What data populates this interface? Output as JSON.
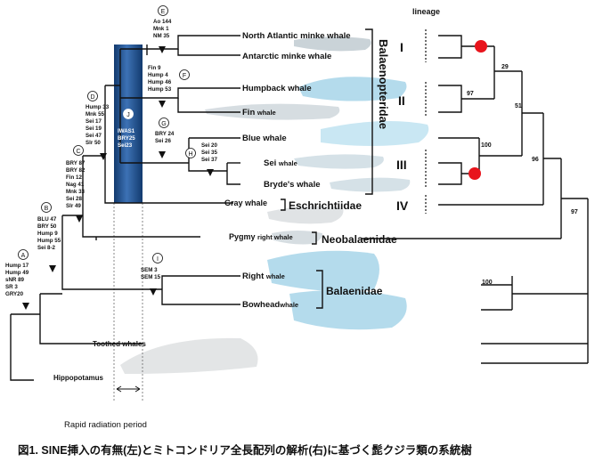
{
  "header": {
    "lineage": "lineage"
  },
  "caption": "図1. SINE挿入の有無(左)とミトコンドリア全長配列の解析(右)に基づく髭クジラ類の系統樹",
  "radiation_label": "Rapid radiation period",
  "species": {
    "na_minke": "North Atlantic minke whale",
    "ant_minke_a": "Antarctic minke",
    "ant_minke_b": "whale",
    "humpback": "Humpback whale",
    "fin_a": "Fin",
    "fin_b": "whale",
    "blue": "Blue whale",
    "sei_a": "Sei",
    "sei_b": "whale",
    "brydes": "Bryde's whale",
    "gray": "Gray whale",
    "pygmy_a": "Pygmy",
    "pygmy_b": "right whale",
    "right_a": "Right",
    "right_b": "whale",
    "bowhead_a": "Bowhead",
    "bowhead_b": "whale",
    "toothed": "Toothed whales",
    "hippo": "Hippopotamus"
  },
  "families": {
    "balaenopteridae": "Balaenopteridae",
    "eschrichtiidae": "Eschrichtiidae",
    "neobalaenidae": "Neobalaenidae",
    "balaenidae": "Balaenidae"
  },
  "lineages": {
    "I": "I",
    "II": "II",
    "III": "III",
    "IV": "IV"
  },
  "nodes": {
    "A": {
      "letter": "A",
      "lines": [
        "Hump 17",
        "Hump 49",
        "sNR 89",
        "SR 3",
        "GRY20"
      ]
    },
    "B": {
      "letter": "B",
      "lines": [
        "BLU 47",
        "BRY 50",
        "Hump 9",
        "Hump 55",
        "Sei 8-2"
      ]
    },
    "C": {
      "letter": "C",
      "lines": [
        "BRY 87",
        "BRY 82",
        "Fin 12",
        "Nag 41",
        "Mnk 33",
        "Sei 28",
        "Slr 49"
      ]
    },
    "D": {
      "letter": "D",
      "lines": [
        "Hump 33",
        "Mnk 55",
        "Sei 17",
        "Sei 19",
        "Sei 47",
        "Slr 50"
      ]
    },
    "E": {
      "letter": "E",
      "lines": [
        "Ao 144",
        "Mnk 1",
        "NM 35"
      ]
    },
    "F": {
      "letter": "F",
      "lines": [
        "Fin 9",
        "Hump 4",
        "Hump 46",
        "Hump 53"
      ]
    },
    "G": {
      "letter": "G",
      "lines": [
        "BRY 24",
        "Sei 26"
      ]
    },
    "H": {
      "letter": "H",
      "lines": [
        "Sei 20",
        "Sei 35",
        "Sei 37"
      ]
    },
    "I": {
      "letter": "I",
      "lines": [
        "SEM 3",
        "SEM 15"
      ]
    },
    "J": {
      "letter": "J",
      "lines": [
        "IWAS1",
        "BRY25",
        "Sei23"
      ]
    }
  },
  "bootstrap": {
    "b29": "29",
    "b97a": "97",
    "b51": "51",
    "b100a": "100",
    "b96": "96",
    "b97b": "97",
    "b100b": "100"
  },
  "colors": {
    "bar": "#1f4e8c",
    "red_dot": "#e8141c",
    "whale": "#8fc6de"
  }
}
